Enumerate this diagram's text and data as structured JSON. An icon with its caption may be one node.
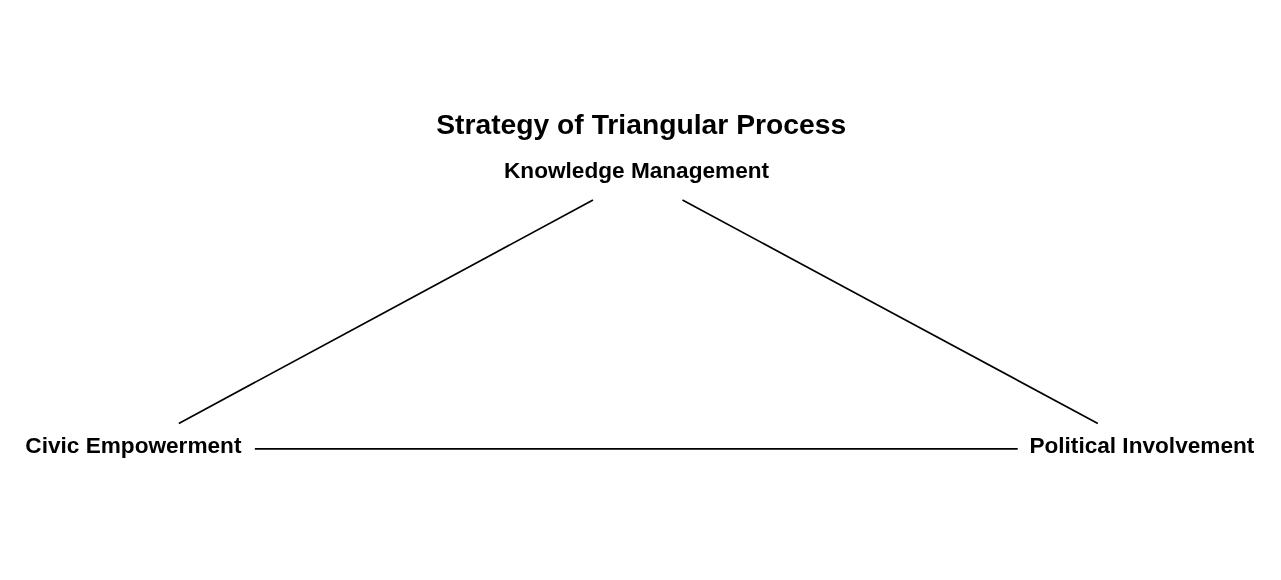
{
  "diagram": {
    "title": "Strategy of Triangular Process",
    "nodes": [
      {
        "text": [
          "Knowledge Management"
        ]
      },
      {
        "text": [
          "Civic Empowerment"
        ]
      },
      {
        "text": [
          "Political Involvement"
        ]
      }
    ],
    "edges": [
      {
        "from": 0,
        "to": 1,
        "arrow": "none"
      },
      {
        "from": 0,
        "to": 2,
        "arrow": "none"
      },
      {
        "from": 1,
        "to": 2,
        "arrow": "none"
      }
    ]
  }
}
